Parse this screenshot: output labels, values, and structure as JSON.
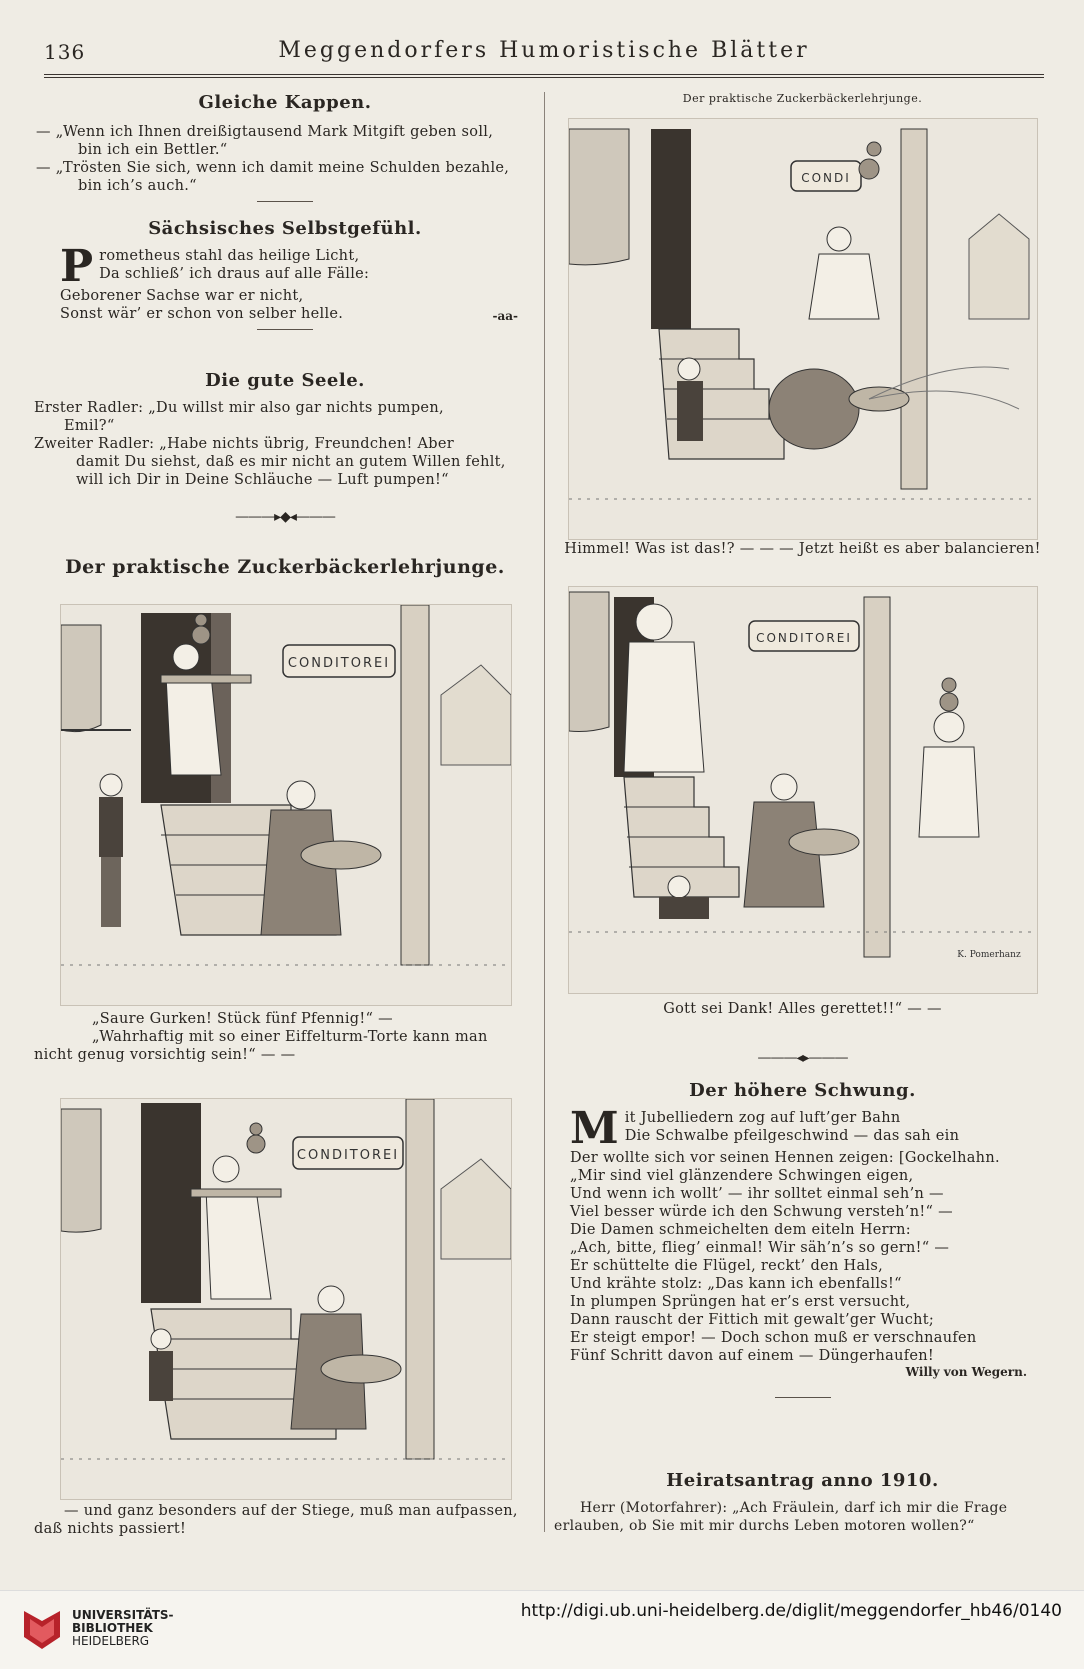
{
  "header": {
    "page_number": "136",
    "running_title": "Meggendorfers Humoristische Blätter"
  },
  "left": {
    "gleiche_kappen": {
      "title": "Gleiche Kappen.",
      "lines": [
        "— „Wenn ich Ihnen dreißigtausend Mark Mitgift geben soll,",
        "bin ich ein Bettler.“",
        "— „Trösten Sie sich, wenn ich damit meine Schulden bezahle,",
        "bin ich’s auch.“"
      ]
    },
    "saechsisches": {
      "title": "Sächsisches Selbstgefühl.",
      "dropcap": "P",
      "lines": [
        "rometheus stahl das heilige Licht,",
        "Da schließ’ ich draus auf alle Fälle:",
        "Geborener Sachse war er nicht,",
        "Sonst wär’ er schon von selber helle."
      ],
      "signature": "-aa-"
    },
    "gute_seele": {
      "title": "Die gute Seele.",
      "lines": [
        "Erster Radler: „Du willst mir also gar nichts pumpen,",
        "Emil?“",
        "Zweiter Radler: „Habe nichts übrig, Freundchen! Aber",
        "damit Du siehst, daß es mir nicht an gutem Willen fehlt,",
        "will ich Dir in Deine Schläuche — Luft pumpen!“"
      ]
    },
    "ornament": "———▸◆◂———",
    "zucker_title": "Der praktische Zuckerbäckerlehrjunge.",
    "illus1": {
      "sign": "CONDITOREI"
    },
    "caption1": [
      "„Saure Gurken! Stück fünf Pfennig!“ —",
      "„Wahrhaftig mit so einer Eiffelturm-Torte kann man",
      "nicht genug vorsichtig sein!“ — —"
    ],
    "illus2": {
      "sign": "CONDITOREI"
    },
    "caption2": [
      "— und ganz besonders auf der Stiege, muß man aufpassen,",
      "daß nichts passiert!"
    ]
  },
  "right": {
    "top_caption": "Der praktische Zuckerbäckerlehrjunge.",
    "illus3": {
      "sign": "CONDI"
    },
    "caption3": "Himmel! Was ist das!? — — — Jetzt heißt es aber balancieren!",
    "illus4": {
      "sign": "CONDITOREI",
      "artist": "K. Pomerhanz"
    },
    "caption4": "Gott sei Dank! Alles gerettet!!“ — —",
    "ornament": "———◂▸———",
    "hoehere_schwung": {
      "title": "Der höhere Schwung.",
      "dropcap": "M",
      "lines": [
        "it Jubelliedern zog auf luft’ger Bahn",
        "Die Schwalbe pfeilgeschwind — das sah ein",
        "Der wollte sich vor seinen Hennen zeigen: [Gockelhahn.",
        "„Mir sind viel glänzendere Schwingen eigen,",
        "Und wenn ich wollt’ — ihr solltet einmal seh’n —",
        "Viel besser würde ich den Schwung versteh’n!“ —",
        "Die Damen schmeichelten dem eiteln Herrn:",
        "„Ach, bitte, flieg’ einmal! Wir säh’n’s so gern!“ —",
        "Er schüttelte die Flügel, reckt’ den Hals,",
        "Und krähte stolz: „Das kann ich ebenfalls!“",
        "In plumpen Sprüngen hat er’s erst versucht,",
        "Dann rauscht der Fittich mit gewalt’ger Wucht;",
        "Er steigt empor! — Doch schon muß er verschnaufen",
        "Fünf Schritt davon auf einem — Düngerhaufen!"
      ],
      "signature": "Willy von Wegern."
    },
    "heiratsantrag": {
      "title": "Heiratsantrag anno 1910.",
      "lines": [
        "Herr (Motorfahrer): „Ach Fräulein, darf ich mir die Frage",
        "erlauben, ob Sie mit mir durchs Leben motoren wollen?“"
      ]
    }
  },
  "footer": {
    "logo_lines": [
      "UNIVERSITÄTS-",
      "BIBLIOTHEK",
      "HEIDELBERG"
    ],
    "url": "http://digi.ub.uni-heidelberg.de/diglit/meggendorfer_hb46/0140"
  }
}
